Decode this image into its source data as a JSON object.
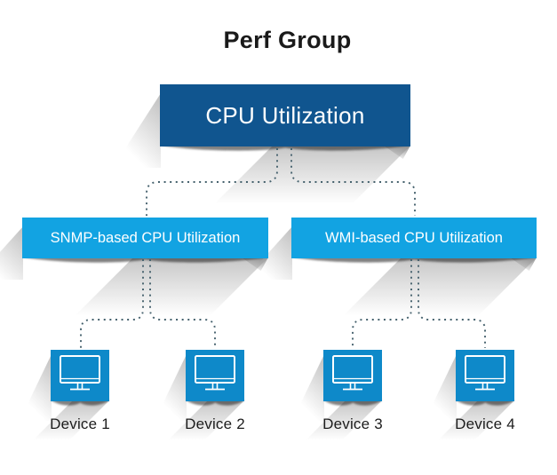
{
  "title": "Perf Group",
  "root": {
    "label": "CPU Utilization"
  },
  "groups": [
    {
      "label": "SNMP-based CPU Utilization",
      "devices": [
        {
          "label": "Device 1"
        },
        {
          "label": "Device 2"
        }
      ]
    },
    {
      "label": "WMI-based CPU Utilization",
      "devices": [
        {
          "label": "Device 3"
        },
        {
          "label": "Device 4"
        }
      ]
    }
  ],
  "icons": {
    "device": "monitor-icon"
  },
  "colors": {
    "root_box": "#10558f",
    "group_box": "#12a3e2",
    "device_box": "#0e89c9",
    "connector": "#45616d",
    "title_text": "#1a1a1a",
    "box_text": "#ffffff"
  }
}
